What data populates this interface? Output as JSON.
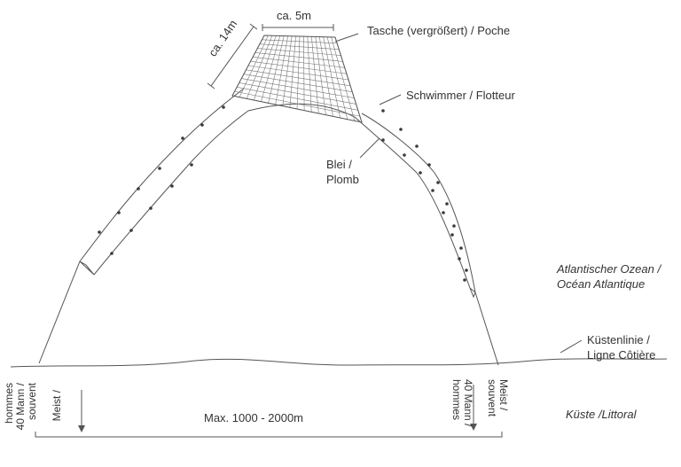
{
  "labels": {
    "pocket_width": "ca. 5m",
    "pocket_length": "ca. 14m",
    "pocket": "Tasche (vergrößert) / Poche",
    "float": "Schwimmer / Flotteur",
    "lead_line1": "Blei /",
    "lead_line2": "Plomb",
    "ocean_line1": "Atlantischer Ozean /",
    "ocean_line2": "Océan Atlantique",
    "coast_line1": "Küstenlinie /",
    "coast_line2": "Ligne Côtière",
    "shore": "Küste /Littoral",
    "distance": "Max. 1000 - 2000m",
    "crew_left": [
      "Meist /",
      "souvent",
      "40 Mann /",
      "hommes"
    ],
    "crew_right": [
      "Meist /",
      "souvent",
      "40 Mann /",
      "hommes"
    ]
  },
  "colors": {
    "line": "#555555",
    "float_dot": "#3a3a3a",
    "text": "#333333"
  }
}
